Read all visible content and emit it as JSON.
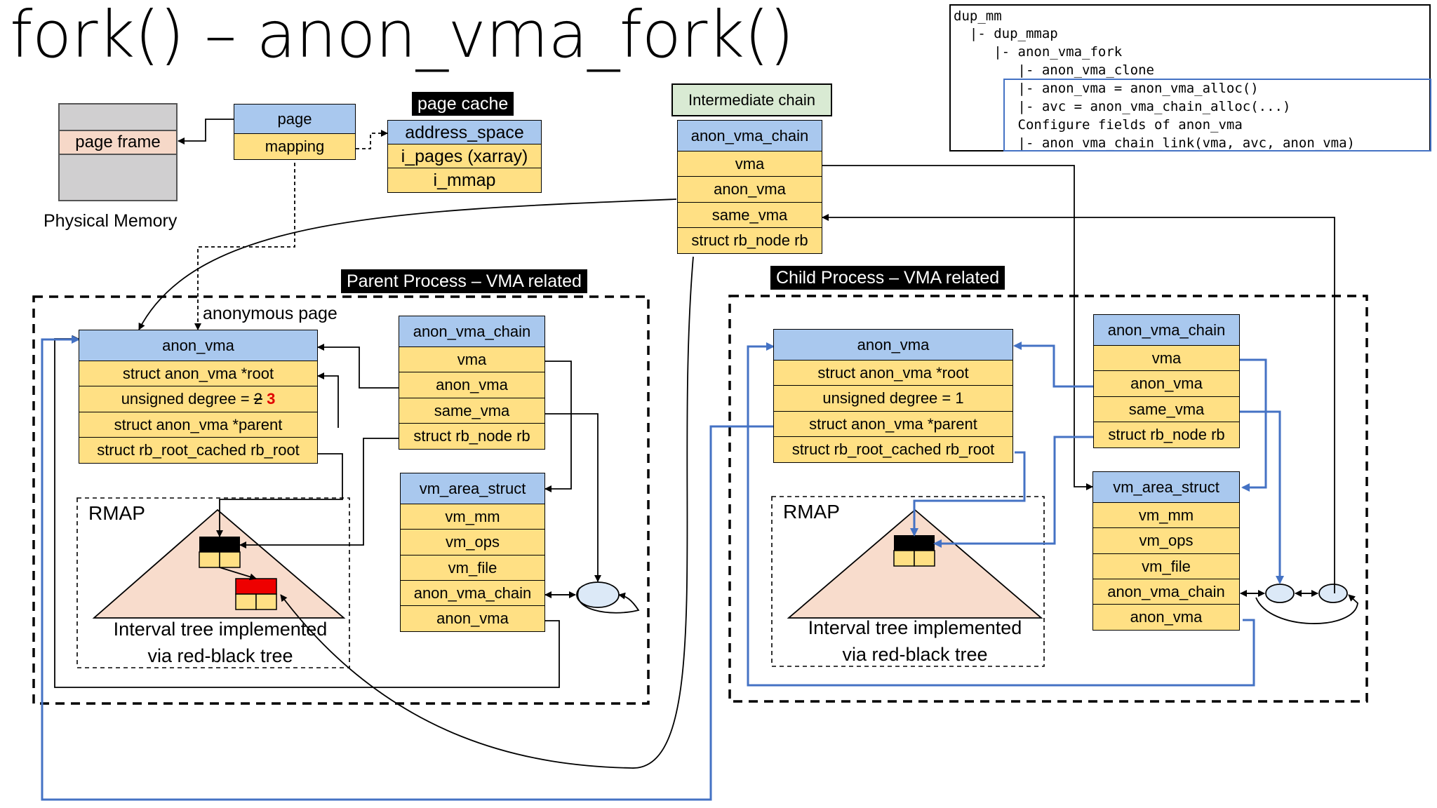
{
  "title": "fork() – anon_vma_fork()",
  "page_struct": {
    "header": "page",
    "field": "mapping"
  },
  "physical": {
    "frame_label": "page frame",
    "caption": "Physical Memory"
  },
  "page_cache": {
    "label": "page cache",
    "header": "address_space",
    "fields": [
      "i_pages (xarray)",
      "i_mmap"
    ]
  },
  "intermediate": {
    "label": "Intermediate chain",
    "header": "anon_vma_chain",
    "fields": [
      "vma",
      "anon_vma",
      "same_vma",
      "struct rb_node rb"
    ]
  },
  "code": {
    "lines": [
      "dup_mm",
      "  |- dup_mmap",
      "     |- anon_vma_fork",
      "        |- anon_vma_clone",
      "        |- anon_vma = anon_vma_alloc()",
      "        |- avc = anon_vma_chain_alloc(...)",
      "        Configure fields of anon_vma",
      "        |- anon_vma_chain_link(vma, avc, anon_vma)"
    ]
  },
  "parent": {
    "label": "Parent Process – VMA related",
    "anonymous_page": "anonymous page",
    "anon_vma": {
      "header": "anon_vma",
      "root": "struct anon_vma *root",
      "degree_prefix": "unsigned degree = ",
      "degree_old": "2",
      "degree_new": "3",
      "parent": "struct anon_vma *parent",
      "rb_root": "struct rb_root_cached rb_root"
    },
    "avc": {
      "header": "anon_vma_chain",
      "fields": [
        "vma",
        "anon_vma",
        "same_vma",
        "struct rb_node rb"
      ]
    },
    "vma": {
      "header": "vm_area_struct",
      "fields": [
        "vm_mm",
        "vm_ops",
        "vm_file",
        "anon_vma_chain",
        "anon_vma"
      ]
    },
    "rmap": "RMAP",
    "tree_line1": "Interval tree implemented",
    "tree_line2": "via red-black tree"
  },
  "child": {
    "label": "Child Process – VMA related",
    "anon_vma": {
      "header": "anon_vma",
      "fields": [
        "struct anon_vma *root",
        "unsigned degree = 1",
        "struct anon_vma *parent",
        "struct rb_root_cached rb_root"
      ]
    },
    "avc": {
      "header": "anon_vma_chain",
      "fields": [
        "vma",
        "anon_vma",
        "same_vma",
        "struct rb_node rb"
      ]
    },
    "vma": {
      "header": "vm_area_struct",
      "fields": [
        "vm_mm",
        "vm_ops",
        "vm_file",
        "anon_vma_chain",
        "anon_vma"
      ]
    },
    "rmap": "RMAP",
    "tree_line1": "Interval tree implemented",
    "tree_line2": "via red-black tree"
  },
  "colors": {
    "header": "#a9c8ee",
    "field": "#ffe084",
    "blue_link": "#4472c4",
    "tree": "#f8dccc",
    "node_red": "#ee0000",
    "list_node": "#dce9f7",
    "green": "#d9ead3"
  }
}
